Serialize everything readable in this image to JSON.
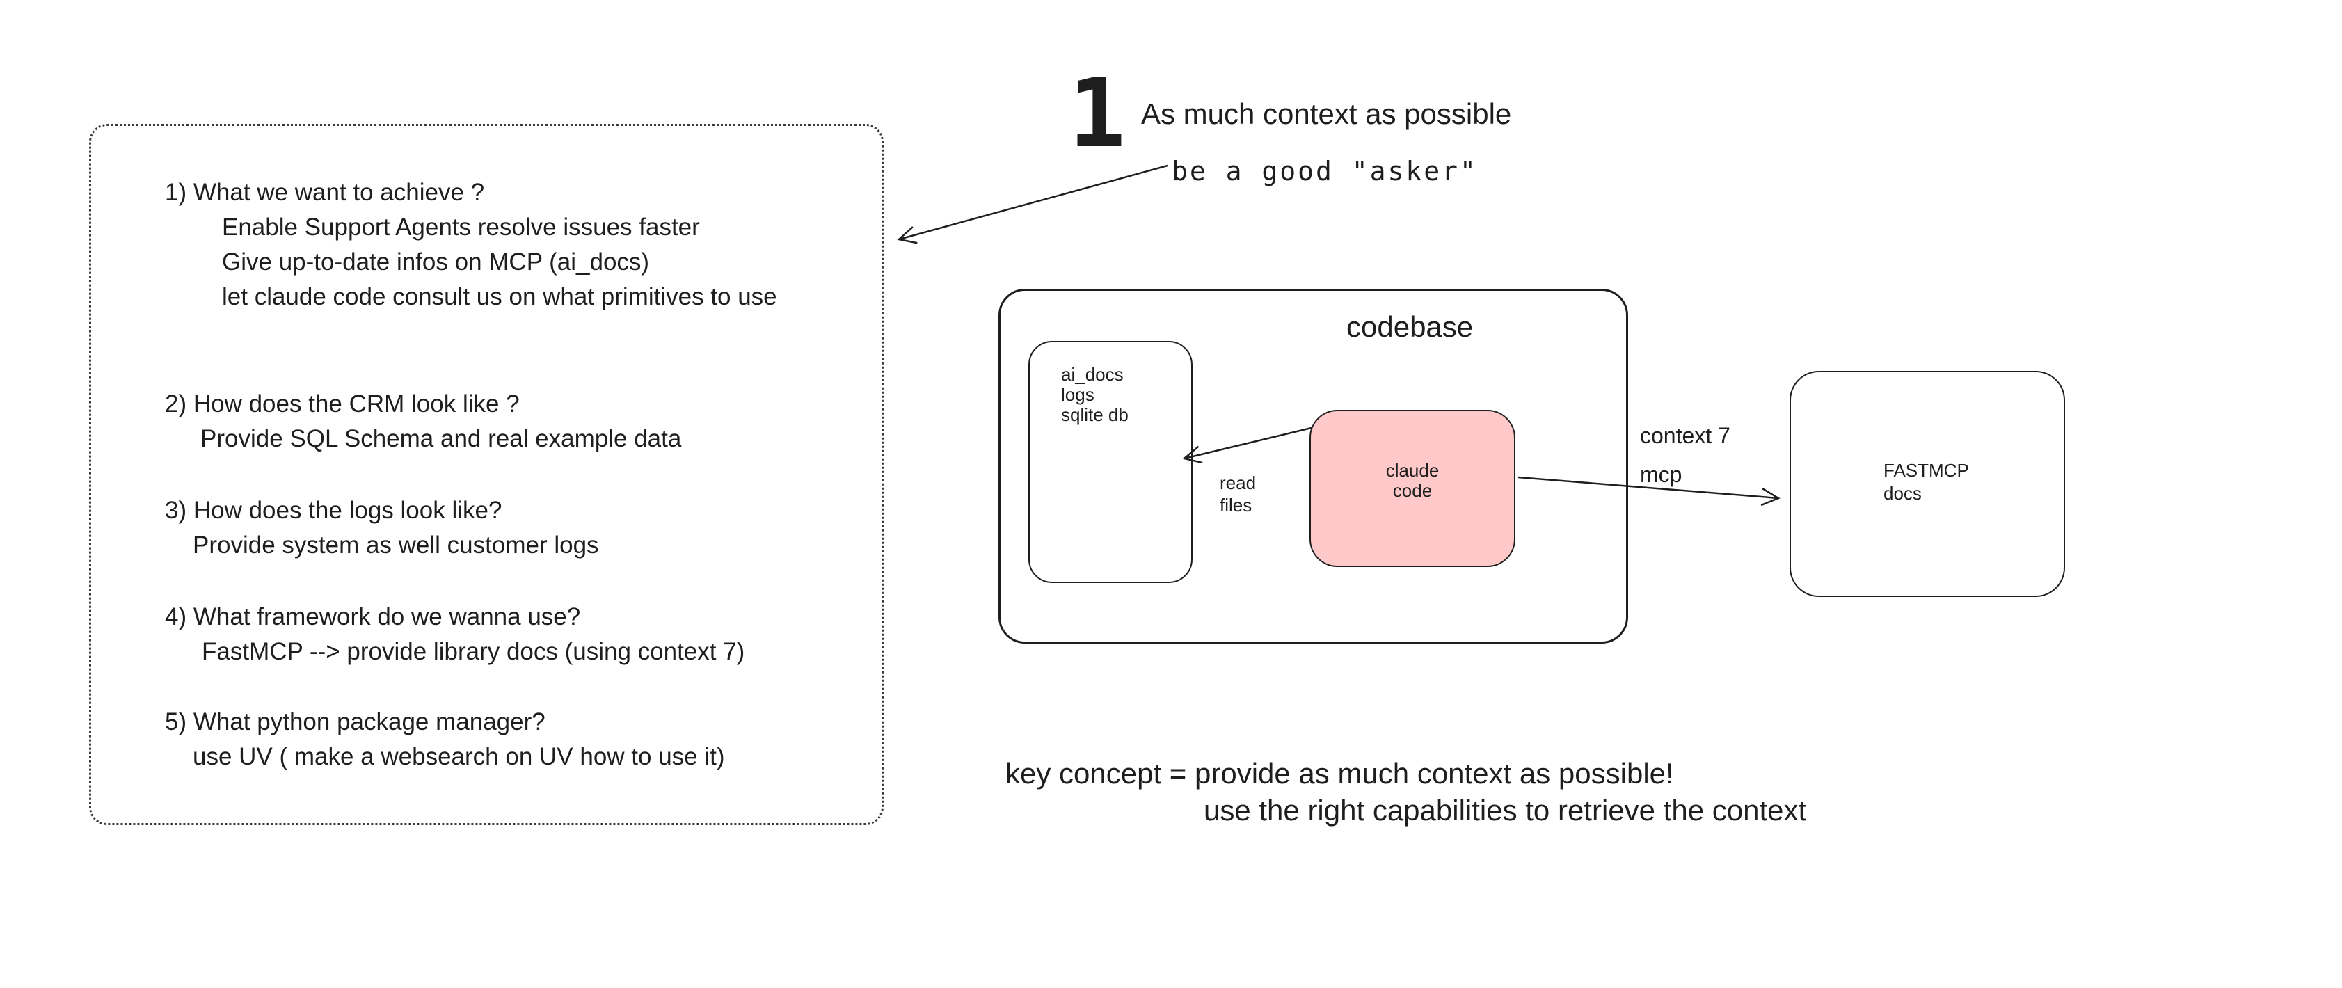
{
  "notes": {
    "lines": [
      "1) What we want to achieve ?",
      "Enable Support Agents resolve issues faster",
      "Give up-to-date infos on MCP (ai_docs)",
      "let claude code consult us on what primitives to use",
      "2) How does the CRM look like ?",
      "Provide SQL Schema and real example data",
      "3) How does the logs look like?",
      "Provide system as well customer logs",
      "4) What framework do we wanna use?",
      "FastMCP --> provide library docs (using context 7)",
      "5) What python package manager?",
      "use UV  ( make a websearch on UV how to use it)"
    ]
  },
  "heading": {
    "number": "1",
    "title": "As much context as possible",
    "subtitle": "be a good \"asker\""
  },
  "diagram": {
    "codebase_label": "codebase",
    "files_box": {
      "line1": "ai_docs",
      "line2": "logs",
      "line3": "sqlite db"
    },
    "claude_box": {
      "line1": "claude",
      "line2": "code"
    },
    "read_files": {
      "line1": "read",
      "line2": "files"
    },
    "context_mcp": {
      "line1": "context 7",
      "line2": "mcp"
    },
    "fastmcp_box": {
      "line1": "FASTMCP",
      "line2": "docs"
    }
  },
  "key_concept": {
    "line1": "key concept = provide as much context as possible!",
    "line2": "use the right capabilities to retrieve the context"
  },
  "colors": {
    "ink": "#1e1e1e",
    "claude_box_fill": "#ffc9c9"
  }
}
